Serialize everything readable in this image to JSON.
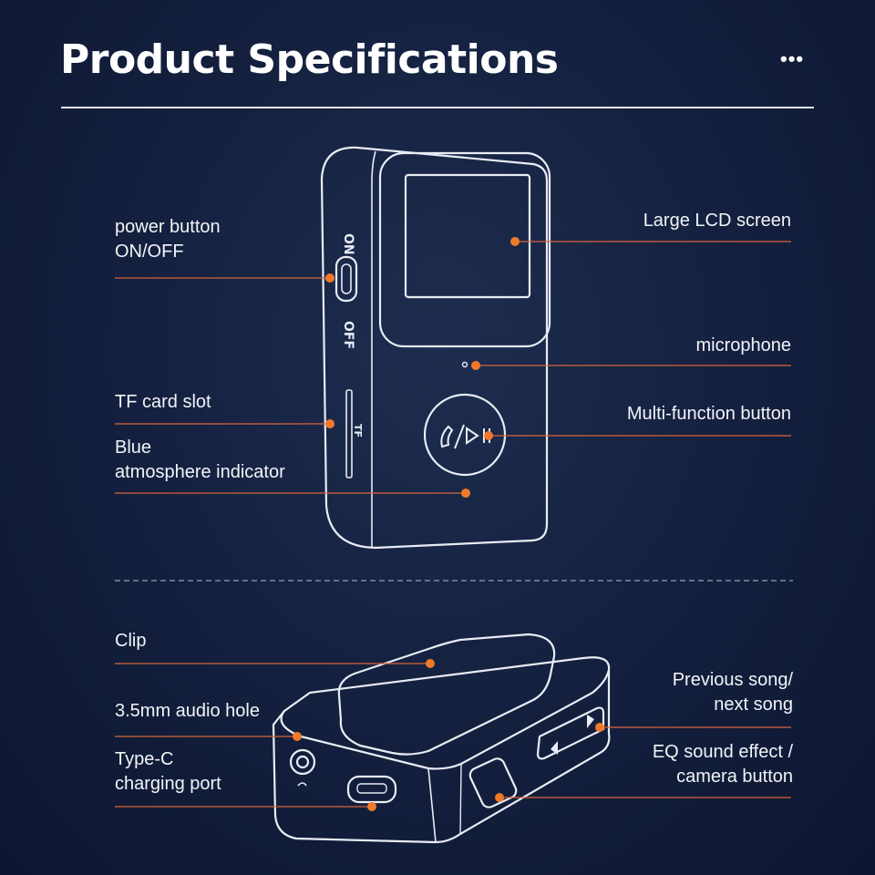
{
  "header": {
    "title": "Product Specifications",
    "more": "•••"
  },
  "top_view": {
    "left_labels": [
      {
        "id": "power",
        "lines": [
          "power button",
          "ON/OFF"
        ]
      },
      {
        "id": "tf",
        "lines": [
          "TF card slot"
        ]
      },
      {
        "id": "blue",
        "lines": [
          "Blue",
          "atmosphere indicator"
        ]
      }
    ],
    "right_labels": [
      {
        "id": "lcd",
        "lines": [
          "Large LCD screen"
        ]
      },
      {
        "id": "mic",
        "lines": [
          "microphone"
        ]
      },
      {
        "id": "multi",
        "lines": [
          "Multi-function button"
        ]
      }
    ],
    "device_text": {
      "on": "ON",
      "off": "OFF",
      "tf": "TF"
    }
  },
  "bottom_view": {
    "left_labels": [
      {
        "id": "clip",
        "lines": [
          "Clip"
        ]
      },
      {
        "id": "audio",
        "lines": [
          "3.5mm audio hole"
        ]
      },
      {
        "id": "typec",
        "lines": [
          "Type-C",
          "charging port"
        ]
      }
    ],
    "right_labels": [
      {
        "id": "prevnext",
        "lines": [
          "Previous song/",
          "next song"
        ]
      },
      {
        "id": "eq",
        "lines": [
          "EQ sound effect /",
          "camera button"
        ]
      }
    ]
  },
  "colors": {
    "accent": "#f07a2a",
    "background": "#152140",
    "lines": "#e6e9f0"
  }
}
